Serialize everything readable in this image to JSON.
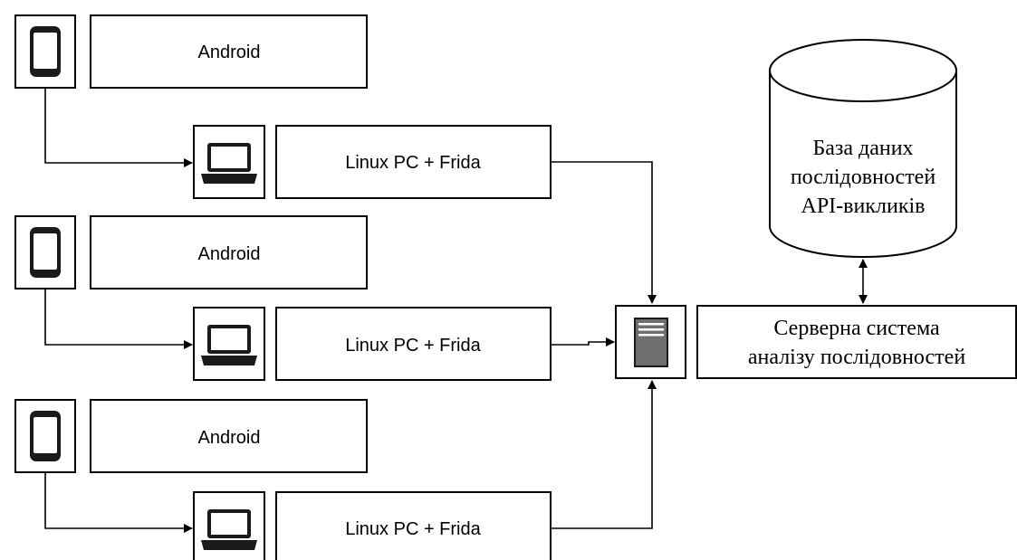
{
  "diagram": {
    "groups": [
      {
        "android": {
          "label": "Android",
          "icon": "smartphone-icon"
        },
        "pc": {
          "label": "Linux PC + Frida",
          "icon": "laptop-icon"
        }
      },
      {
        "android": {
          "label": "Android",
          "icon": "smartphone-icon"
        },
        "pc": {
          "label": "Linux PC + Frida",
          "icon": "laptop-icon"
        }
      },
      {
        "android": {
          "label": "Android",
          "icon": "smartphone-icon"
        },
        "pc": {
          "label": "Linux PC + Frida",
          "icon": "laptop-icon"
        }
      }
    ],
    "server": {
      "icon": "server-icon",
      "label_lines": [
        "Серверна система",
        "аналізу послідовностей"
      ]
    },
    "database": {
      "label_lines": [
        "База даних",
        "послідовностей",
        "API-викликів"
      ]
    }
  }
}
